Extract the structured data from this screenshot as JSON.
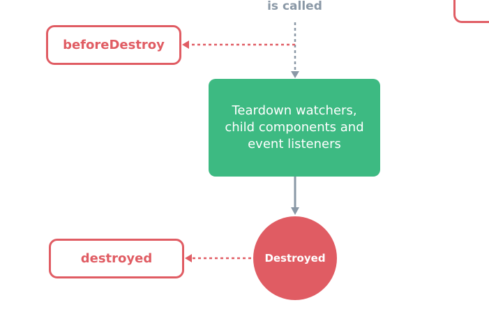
{
  "caption": "is called",
  "hooks": {
    "before_destroy": "beforeDestroy",
    "destroyed": "destroyed"
  },
  "process": {
    "text": "Teardown watchers, child components and event listeners"
  },
  "state": {
    "label": "Destroyed"
  },
  "colors": {
    "hook": "#e05c63",
    "process": "#3dba82",
    "state": "#e05c63",
    "connector": "#8a98a6"
  }
}
